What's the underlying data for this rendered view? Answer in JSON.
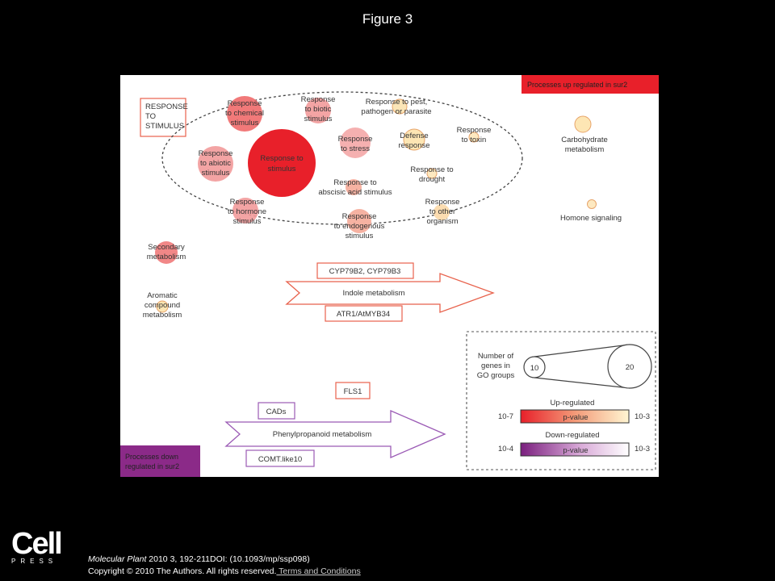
{
  "page": {
    "title": "Figure 3",
    "citation_journal": "Molecular Plant",
    "citation_rest": " 2010 3, 192-211DOI: (10.1093/mp/ssp098)",
    "copyright": "Copyright © 2010 The Authors. All rights reserved.",
    "terms_link": " Terms and Conditions",
    "logo_main": "Cell",
    "logo_sub": "PRESS"
  },
  "diagram": {
    "up_band": "Processes up regulated in sur2",
    "down_band": [
      "Processes down",
      "regulated in sur2"
    ],
    "response_box": [
      "RESPONSE",
      "TO",
      "STIMULUS"
    ],
    "nodes": {
      "chemical": [
        "Response",
        "to chemical",
        "stimulus"
      ],
      "biotic": [
        "Response",
        "to biotic",
        "stimulus"
      ],
      "pest": [
        "Response to pest,",
        "pathogen or parasite"
      ],
      "toxin": [
        "Response",
        "to toxin"
      ],
      "abiotic": [
        "Response",
        "to abiotic",
        "stimulus"
      ],
      "stimulus": [
        "Response to",
        "stimulus"
      ],
      "stress": [
        "Response",
        "to stress"
      ],
      "defense": [
        "Defense",
        "response"
      ],
      "drought": [
        "Response to",
        "drought"
      ],
      "aba": [
        "Response to",
        "abscisic acid stimulus"
      ],
      "hormone": [
        "Response",
        "to hormone",
        "stimulus"
      ],
      "endogenous": [
        "Response",
        "to endogenous",
        "stimulus"
      ],
      "organism": [
        "Response",
        "to other",
        "organism"
      ],
      "carbohydrate": [
        "Carbohydrate",
        "metabolism"
      ],
      "hormone_signaling": [
        "Homone signaling"
      ],
      "secondary": [
        "Secondary",
        "metabolism"
      ],
      "aromatic": [
        "Aromatic",
        "compound",
        "metabolism"
      ]
    },
    "indole": {
      "top_box": "CYP79B2, CYP79B3",
      "arrow": "Indole metabolism",
      "bottom_box": "ATR1/AtMYB34"
    },
    "phenyl": {
      "fls1": "FLS1",
      "top_box": "CADs",
      "arrow": "Phenylpropanoid metabolism",
      "bottom_box": "COMT.like10"
    },
    "legend": {
      "genes_label": [
        "Number of",
        "genes in",
        "GO groups"
      ],
      "small": "10",
      "large": "20",
      "up_title": "Up-regulated",
      "up_left": "10-7",
      "up_right": "10-3",
      "down_title": "Down-regulated",
      "down_left": "10-4",
      "down_right": "10-3",
      "pvalue": "p-value"
    },
    "colors": {
      "up_band": "#e8202a",
      "down_band": "#8b2a88",
      "up_arrow": "#e8624c",
      "down_arrow": "#9b5bb5"
    }
  }
}
